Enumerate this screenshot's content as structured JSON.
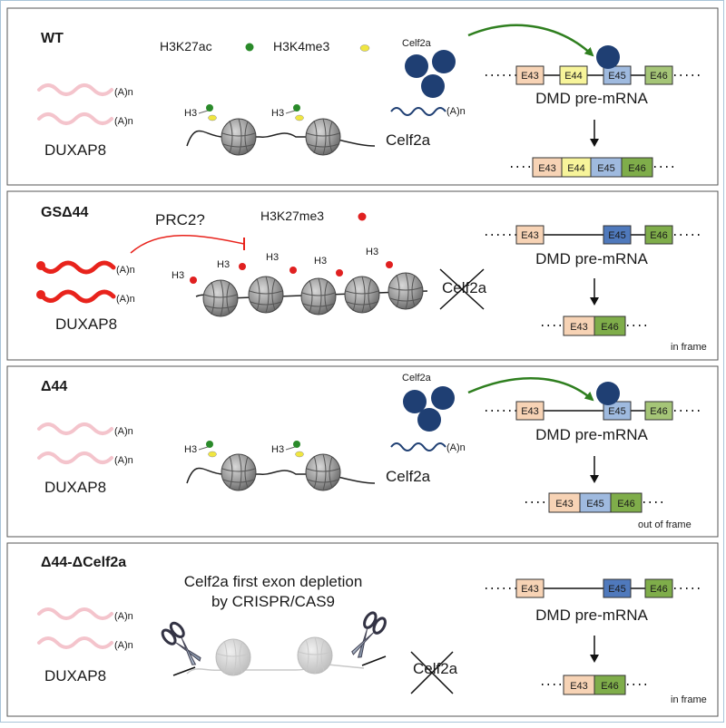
{
  "panels": [
    {
      "title": "WT",
      "lnc_label": "DUXAP8",
      "polyA": "(A)n",
      "mark1": "H3K27ac",
      "mark2": "H3K4me3",
      "histone": "H3",
      "celf_protein_label": "Celf2a",
      "celf_gene_label": "Celf2a",
      "premrna_label": "DMD pre-mRNA",
      "premrna_exons": [
        "E43",
        "E44",
        "E45",
        "E46"
      ],
      "mrna_exons": [
        "E43",
        "E44",
        "E45",
        "E46"
      ]
    },
    {
      "title": "GSΔ44",
      "lnc_label": "DUXAP8",
      "polyA": "(A)n",
      "prc2": "PRC2?",
      "mark": "H3K27me3",
      "histone": "H3",
      "celf_gene_label": "Celf2a",
      "premrna_label": "DMD pre-mRNA",
      "premrna_exons": [
        "E43",
        "E45",
        "E46"
      ],
      "mrna_exons": [
        "E43",
        "E46"
      ],
      "frame_note": "in frame"
    },
    {
      "title": "Δ44",
      "lnc_label": "DUXAP8",
      "polyA": "(A)n",
      "histone": "H3",
      "celf_protein_label": "Celf2a",
      "celf_gene_label": "Celf2a",
      "premrna_label": "DMD pre-mRNA",
      "premrna_exons": [
        "E43",
        "E45",
        "E46"
      ],
      "mrna_exons": [
        "E43",
        "E45",
        "E46"
      ],
      "frame_note": "out of frame"
    },
    {
      "title": "Δ44-ΔCelf2a",
      "lnc_label": "DUXAP8",
      "polyA": "(A)n",
      "crispr_line1": "Celf2a first exon depletion",
      "crispr_line2": "by CRISPR/CAS9",
      "celf_gene_label": "Celf2a",
      "premrna_label": "DMD pre-mRNA",
      "premrna_exons": [
        "E43",
        "E45",
        "E46"
      ],
      "mrna_exons": [
        "E43",
        "E46"
      ],
      "frame_note": "in frame"
    }
  ],
  "colors": {
    "E43": "#f7d3b5",
    "E44": "#f7f49a",
    "E45": "#9fbadf",
    "E46": "#a5c577",
    "E45_dark": "#4f79bc",
    "E46_dark": "#7fad4a",
    "H3K27ac": "#2a8a2a",
    "H3K4me3": "#f0e640",
    "H3K27me3": "#e02020",
    "celf": "#1f3f73",
    "lnc_light": "#f4c4cc",
    "lnc_dark": "#e8231c",
    "arrow_green": "#2f7f1f",
    "inhibit_red": "#e8231c"
  }
}
